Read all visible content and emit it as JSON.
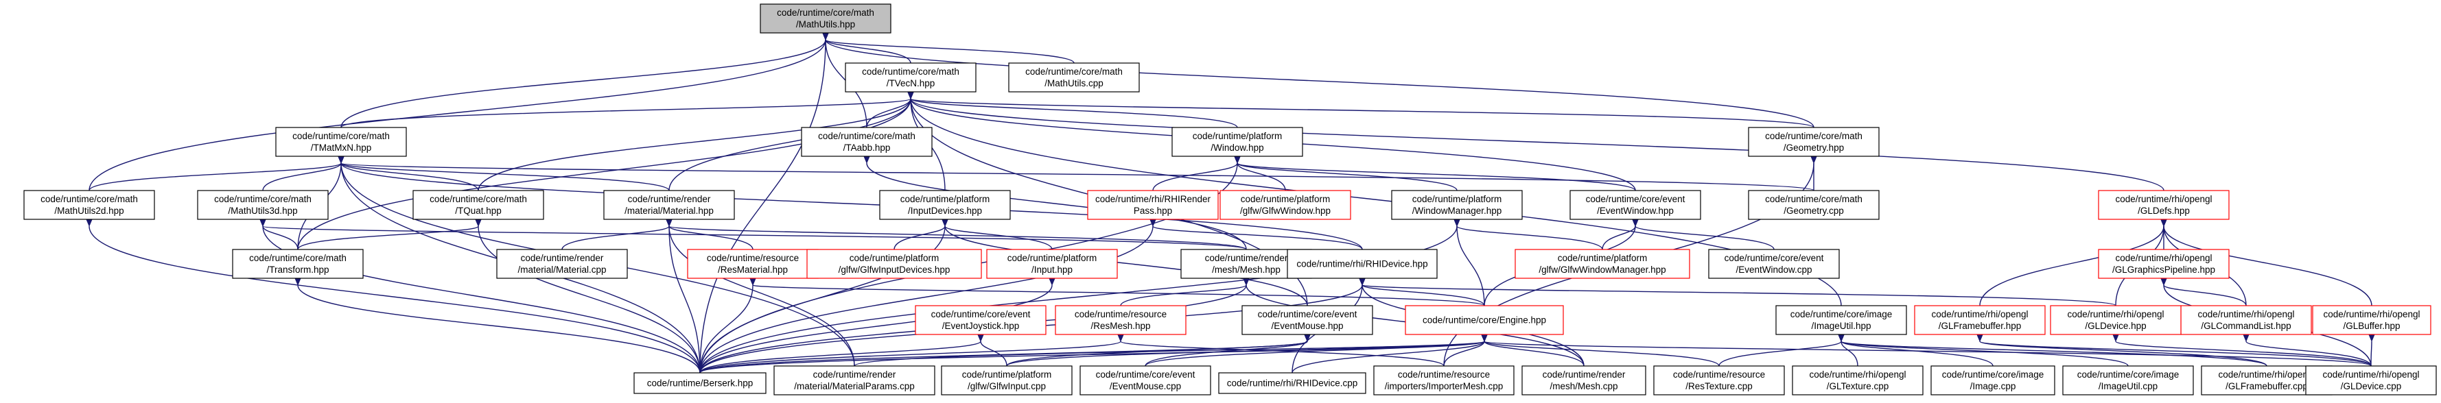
{
  "colors": {
    "edge": "#191970",
    "node_border_black": "#000000",
    "node_border_red": "#ff0000",
    "root_fill": "#bfbfbf",
    "node_fill": "#ffffff"
  },
  "nodes": {
    "mathutils": {
      "lines": [
        "code/runtime/core/math",
        "/MathUtils.hpp"
      ],
      "style": "root"
    },
    "mathutils_cpp": {
      "lines": [
        "code/runtime/core/math",
        "/MathUtils.cpp"
      ],
      "style": "black"
    },
    "tvecn": {
      "lines": [
        "code/runtime/core/math",
        "/TVecN.hpp"
      ],
      "style": "black"
    },
    "tmatmxn": {
      "lines": [
        "code/runtime/core/math",
        "/TMatMxN.hpp"
      ],
      "style": "black"
    },
    "taabb": {
      "lines": [
        "code/runtime/core/math",
        "/TAabb.hpp"
      ],
      "style": "black"
    },
    "window": {
      "lines": [
        "code/runtime/platform",
        "/Window.hpp"
      ],
      "style": "black"
    },
    "geometry": {
      "lines": [
        "code/runtime/core/math",
        "/Geometry.hpp"
      ],
      "style": "black"
    },
    "gldefs": {
      "lines": [
        "code/runtime/rhi/opengl",
        "/GLDefs.hpp"
      ],
      "style": "red"
    },
    "mathutils2d": {
      "lines": [
        "code/runtime/core/math",
        "/MathUtils2d.hpp"
      ],
      "style": "black"
    },
    "mathutils3d": {
      "lines": [
        "code/runtime/core/math",
        "/MathUtils3d.hpp"
      ],
      "style": "black"
    },
    "tquat": {
      "lines": [
        "code/runtime/core/math",
        "/TQuat.hpp"
      ],
      "style": "black"
    },
    "material": {
      "lines": [
        "code/runtime/render",
        "/material/Material.hpp"
      ],
      "style": "black"
    },
    "inputdevices": {
      "lines": [
        "code/runtime/platform",
        "/InputDevices.hpp"
      ],
      "style": "black"
    },
    "rhirenderpass": {
      "lines": [
        "code/runtime/rhi/RHIRender",
        "Pass.hpp"
      ],
      "style": "red"
    },
    "glfwwindow": {
      "lines": [
        "code/runtime/platform",
        "/glfw/GlfwWindow.hpp"
      ],
      "style": "red"
    },
    "windowmanager": {
      "lines": [
        "code/runtime/platform",
        "/WindowManager.hpp"
      ],
      "style": "black"
    },
    "eventwindow": {
      "lines": [
        "code/runtime/core/event",
        "/EventWindow.hpp"
      ],
      "style": "black"
    },
    "geometry_cpp": {
      "lines": [
        "code/runtime/core/math",
        "/Geometry.cpp"
      ],
      "style": "black"
    },
    "glgraphicspipeline": {
      "lines": [
        "code/runtime/rhi/opengl",
        "/GLGraphicsPipeline.hpp"
      ],
      "style": "red"
    },
    "transform": {
      "lines": [
        "code/runtime/core/math",
        "/Transform.hpp"
      ],
      "style": "black"
    },
    "material_cpp": {
      "lines": [
        "code/runtime/render",
        "/material/Material.cpp"
      ],
      "style": "black"
    },
    "resmaterial": {
      "lines": [
        "code/runtime/resource",
        "/ResMaterial.hpp"
      ],
      "style": "red"
    },
    "glfwinputdevices": {
      "lines": [
        "code/runtime/platform",
        "/glfw/GlfwInputDevices.hpp"
      ],
      "style": "red"
    },
    "input": {
      "lines": [
        "code/runtime/platform",
        "/Input.hpp"
      ],
      "style": "red"
    },
    "mesh": {
      "lines": [
        "code/runtime/render",
        "/mesh/Mesh.hpp"
      ],
      "style": "black"
    },
    "rhidevice": {
      "lines": [
        "code/runtime/rhi/RHIDevice.hpp"
      ],
      "style": "black"
    },
    "glfwwindowmanager": {
      "lines": [
        "code/runtime/platform",
        "/glfw/GlfwWindowManager.hpp"
      ],
      "style": "red"
    },
    "eventwindow_cpp": {
      "lines": [
        "code/runtime/core/event",
        "/EventWindow.cpp"
      ],
      "style": "black"
    },
    "glcommandlist": {
      "lines": [
        "code/runtime/rhi/opengl",
        "/GLCommandList.hpp"
      ],
      "style": "red"
    },
    "glbuffer": {
      "lines": [
        "code/runtime/rhi/opengl",
        "/GLBuffer.hpp"
      ],
      "style": "red"
    },
    "imageutil": {
      "lines": [
        "code/runtime/core/image",
        "/ImageUtil.hpp"
      ],
      "style": "black"
    },
    "glframebuffer": {
      "lines": [
        "code/runtime/rhi/opengl",
        "/GLFramebuffer.hpp"
      ],
      "style": "red"
    },
    "gldevice_hpp": {
      "lines": [
        "code/runtime/rhi/opengl",
        "/GLDevice.hpp"
      ],
      "style": "red"
    },
    "eventjoystick": {
      "lines": [
        "code/runtime/core/event",
        "/EventJoystick.hpp"
      ],
      "style": "red"
    },
    "resmesh": {
      "lines": [
        "code/runtime/resource",
        "/ResMesh.hpp"
      ],
      "style": "red"
    },
    "eventmouse": {
      "lines": [
        "code/runtime/core/event",
        "/EventMouse.hpp"
      ],
      "style": "black"
    },
    "engine": {
      "lines": [
        "code/runtime/core/Engine.hpp"
      ],
      "style": "red"
    },
    "berserk": {
      "lines": [
        "code/runtime/Berserk.hpp"
      ],
      "style": "black"
    },
    "materialparams_cpp": {
      "lines": [
        "code/runtime/render",
        "/material/MaterialParams.cpp"
      ],
      "style": "black"
    },
    "glfwinput_cpp": {
      "lines": [
        "code/runtime/platform",
        "/glfw/GlfwInput.cpp"
      ],
      "style": "black"
    },
    "eventmouse_cpp": {
      "lines": [
        "code/runtime/core/event",
        "/EventMouse.cpp"
      ],
      "style": "black"
    },
    "rhidevice_cpp": {
      "lines": [
        "code/runtime/rhi/RHIDevice.cpp"
      ],
      "style": "black"
    },
    "importermesh_cpp": {
      "lines": [
        "code/runtime/resource",
        "/importers/ImporterMesh.cpp"
      ],
      "style": "black"
    },
    "mesh_cpp": {
      "lines": [
        "code/runtime/render",
        "/mesh/Mesh.cpp"
      ],
      "style": "black"
    },
    "restexture_cpp": {
      "lines": [
        "code/runtime/resource",
        "/ResTexture.cpp"
      ],
      "style": "black"
    },
    "gltexture_cpp": {
      "lines": [
        "code/runtime/rhi/opengl",
        "/GLTexture.cpp"
      ],
      "style": "black"
    },
    "image_cpp": {
      "lines": [
        "code/runtime/core/image",
        "/Image.cpp"
      ],
      "style": "black"
    },
    "imageutil_cpp": {
      "lines": [
        "code/runtime/core/image",
        "/ImageUtil.cpp"
      ],
      "style": "black"
    },
    "glframebuffer_cpp": {
      "lines": [
        "code/runtime/rhi/opengl",
        "/GLFramebuffer.cpp"
      ],
      "style": "black"
    },
    "gldevice_cpp": {
      "lines": [
        "code/runtime/rhi/opengl",
        "/GLDevice.cpp"
      ],
      "style": "black"
    }
  },
  "edges": [
    [
      "mathutils",
      "mathutils_cpp"
    ],
    [
      "mathutils",
      "tvecn"
    ],
    [
      "mathutils",
      "tmatmxn"
    ],
    [
      "mathutils",
      "taabb"
    ],
    [
      "mathutils",
      "mathutils2d"
    ],
    [
      "mathutils",
      "geometry"
    ],
    [
      "mathutils",
      "berserk"
    ],
    [
      "tvecn",
      "tmatmxn"
    ],
    [
      "tvecn",
      "taabb"
    ],
    [
      "tvecn",
      "window"
    ],
    [
      "tvecn",
      "geometry"
    ],
    [
      "tvecn",
      "gldefs"
    ],
    [
      "tvecn",
      "tquat"
    ],
    [
      "tvecn",
      "transform"
    ],
    [
      "tvecn",
      "material"
    ],
    [
      "tvecn",
      "inputdevices"
    ],
    [
      "tvecn",
      "eventwindow"
    ],
    [
      "tvecn",
      "imageutil"
    ],
    [
      "tvecn",
      "eventmouse"
    ],
    [
      "tmatmxn",
      "mathutils2d"
    ],
    [
      "tmatmxn",
      "mathutils3d"
    ],
    [
      "tmatmxn",
      "tquat"
    ],
    [
      "tmatmxn",
      "transform"
    ],
    [
      "tmatmxn",
      "material"
    ],
    [
      "tmatmxn",
      "berserk"
    ],
    [
      "tmatmxn",
      "geometry_cpp"
    ],
    [
      "tmatmxn",
      "rhidevice"
    ],
    [
      "tmatmxn",
      "materialparams_cpp"
    ],
    [
      "taabb",
      "mesh"
    ],
    [
      "window",
      "rhirenderpass"
    ],
    [
      "window",
      "glfwwindow"
    ],
    [
      "window",
      "windowmanager"
    ],
    [
      "window",
      "eventwindow"
    ],
    [
      "window",
      "berserk"
    ],
    [
      "geometry",
      "geometry_cpp"
    ],
    [
      "geometry",
      "importermesh_cpp"
    ],
    [
      "gldefs",
      "glgraphicspipeline"
    ],
    [
      "gldefs",
      "glcommandlist"
    ],
    [
      "gldefs",
      "glbuffer"
    ],
    [
      "gldefs",
      "glframebuffer"
    ],
    [
      "gldefs",
      "gldevice_hpp"
    ],
    [
      "mathutils2d",
      "berserk"
    ],
    [
      "mathutils3d",
      "transform"
    ],
    [
      "mathutils3d",
      "berserk"
    ],
    [
      "mathutils3d",
      "mesh"
    ],
    [
      "tquat",
      "transform"
    ],
    [
      "tquat",
      "berserk"
    ],
    [
      "material",
      "material_cpp"
    ],
    [
      "material",
      "resmaterial"
    ],
    [
      "material",
      "berserk"
    ],
    [
      "material",
      "mesh"
    ],
    [
      "material",
      "materialparams_cpp"
    ],
    [
      "inputdevices",
      "glfwinputdevices"
    ],
    [
      "inputdevices",
      "input"
    ],
    [
      "inputdevices",
      "berserk"
    ],
    [
      "inputdevices",
      "eventmouse"
    ],
    [
      "rhirenderpass",
      "rhidevice"
    ],
    [
      "rhirenderpass",
      "berserk"
    ],
    [
      "windowmanager",
      "glfwwindowmanager"
    ],
    [
      "windowmanager",
      "engine"
    ],
    [
      "windowmanager",
      "berserk"
    ],
    [
      "eventwindow",
      "eventwindow_cpp"
    ],
    [
      "eventwindow",
      "glfwwindowmanager"
    ],
    [
      "eventwindow",
      "engine"
    ],
    [
      "glgraphicspipeline",
      "glcommandlist"
    ],
    [
      "glgraphicspipeline",
      "gldevice_cpp"
    ],
    [
      "transform",
      "berserk"
    ],
    [
      "resmaterial",
      "berserk"
    ],
    [
      "resmaterial",
      "engine"
    ],
    [
      "input",
      "berserk"
    ],
    [
      "mesh",
      "resmesh"
    ],
    [
      "mesh",
      "berserk"
    ],
    [
      "mesh",
      "mesh_cpp"
    ],
    [
      "rhidevice",
      "gldevice_hpp"
    ],
    [
      "rhidevice",
      "engine"
    ],
    [
      "rhidevice",
      "berserk"
    ],
    [
      "rhidevice",
      "rhidevice_cpp"
    ],
    [
      "rhidevice",
      "mesh_cpp"
    ],
    [
      "glcommandlist",
      "gldevice_cpp"
    ],
    [
      "glbuffer",
      "gldevice_cpp"
    ],
    [
      "imageutil",
      "gltexture_cpp"
    ],
    [
      "imageutil",
      "image_cpp"
    ],
    [
      "imageutil",
      "imageutil_cpp"
    ],
    [
      "imageutil",
      "glframebuffer_cpp"
    ],
    [
      "imageutil",
      "restexture_cpp"
    ],
    [
      "glframebuffer",
      "glframebuffer_cpp"
    ],
    [
      "glframebuffer",
      "gldevice_cpp"
    ],
    [
      "gldevice_hpp",
      "gldevice_cpp"
    ],
    [
      "eventjoystick",
      "berserk"
    ],
    [
      "eventjoystick",
      "glfwinput_cpp"
    ],
    [
      "resmesh",
      "berserk"
    ],
    [
      "resmesh",
      "importermesh_cpp"
    ],
    [
      "eventmouse",
      "berserk"
    ],
    [
      "eventmouse",
      "glfwinput_cpp"
    ],
    [
      "eventmouse",
      "eventmouse_cpp"
    ],
    [
      "engine",
      "berserk"
    ],
    [
      "engine",
      "materialparams_cpp"
    ],
    [
      "engine",
      "glfwinput_cpp"
    ],
    [
      "engine",
      "eventmouse_cpp"
    ],
    [
      "engine",
      "rhidevice_cpp"
    ],
    [
      "engine",
      "importermesh_cpp"
    ],
    [
      "engine",
      "mesh_cpp"
    ],
    [
      "engine",
      "restexture_cpp"
    ],
    [
      "engine",
      "gldevice_cpp"
    ]
  ]
}
